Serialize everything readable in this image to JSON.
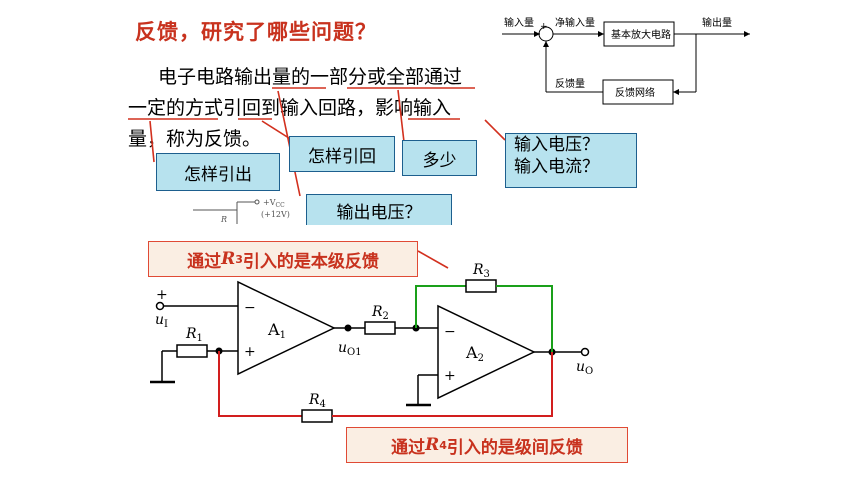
{
  "title": "反馈，研究了哪些问题？",
  "paragraph": {
    "line1": "电子电路输出量的一部分或全部通过",
    "line2": "一定的方式引回到输入回路，影响输入",
    "line3": "量，称为反馈。"
  },
  "callouts": {
    "how_out": "怎样引出",
    "how_back": "怎样引回",
    "how_much": "多少",
    "input_question_1": "输入电压？",
    "input_question_2": "输入电流？",
    "output_question": "输出电压？"
  },
  "block_diagram": {
    "input_label": "输入量",
    "net_input_label": "净输入量",
    "amplifier_label": "基本放大电路",
    "output_label": "输出量",
    "feedback_label": "反馈量",
    "feedback_network_label": "反馈网络",
    "sum_symbol": "+"
  },
  "partial_circuit": {
    "vcc_label": "+V",
    "vcc_sub": "CC",
    "vcc_value": "(+12V)",
    "r_label": "R"
  },
  "circuit": {
    "local_feedback_prefix": "通过",
    "local_feedback_r": "R",
    "local_feedback_sub": "3",
    "local_feedback_suffix": "引入的是本级反馈",
    "global_feedback_prefix": "通过",
    "global_feedback_r": "R",
    "global_feedback_sub": "4",
    "global_feedback_suffix": "引入的是级间反馈",
    "resistors": [
      {
        "name": "R",
        "sub": "1"
      },
      {
        "name": "R",
        "sub": "2"
      },
      {
        "name": "R",
        "sub": "3"
      },
      {
        "name": "R",
        "sub": "4"
      }
    ],
    "amp1": {
      "name": "A",
      "sub": "1"
    },
    "amp2": {
      "name": "A",
      "sub": "2"
    },
    "input": {
      "name": "u",
      "sub": "I",
      "plus": "+"
    },
    "mid_node": {
      "name": "u",
      "sub": "O1"
    },
    "output": {
      "name": "u",
      "sub": "O"
    },
    "minus_sign": "−",
    "plus_sign": "+"
  },
  "colors": {
    "title_red": "#c8321e",
    "underline_red": "#d2301e",
    "callout_fill": "#b7e2ee",
    "callout_border": "#1d5f8e",
    "highlight_fill": "#faeee3",
    "highlight_border": "#e04a35",
    "local_feedback_wire": "#1aa01a",
    "global_feedback_wire": "#d21e1e"
  }
}
